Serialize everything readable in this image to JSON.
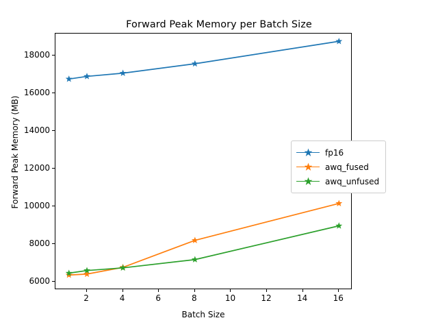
{
  "chart_data": {
    "type": "line",
    "title": "Forward Peak Memory per Batch Size",
    "xlabel": "Batch Size",
    "ylabel": "Forward Peak Memory (MB)",
    "x": [
      1,
      2,
      4,
      8,
      16
    ],
    "xlim": [
      0.25,
      16.75
    ],
    "ylim": [
      5550,
      19150
    ],
    "xticks": [
      2,
      4,
      6,
      8,
      10,
      12,
      14,
      16
    ],
    "xticklabels": [
      "2",
      "4",
      "6",
      "8",
      "10",
      "12",
      "14",
      "16"
    ],
    "yticks": [
      6000,
      8000,
      10000,
      12000,
      14000,
      16000,
      18000
    ],
    "yticklabels": [
      "6000",
      "8000",
      "10000",
      "12000",
      "14000",
      "16000",
      "18000"
    ],
    "grid": false,
    "legend_position": "center right",
    "marker": "star",
    "series": [
      {
        "name": "fp16",
        "color": "#1f77b4",
        "values": [
          16740,
          16880,
          17050,
          17550,
          18740
        ]
      },
      {
        "name": "awq_fused",
        "color": "#ff7f0e",
        "values": [
          6340,
          6390,
          6750,
          8180,
          10140
        ]
      },
      {
        "name": "awq_unfused",
        "color": "#2ca02c",
        "values": [
          6440,
          6580,
          6720,
          7160,
          8950
        ]
      }
    ]
  },
  "legend": {
    "entries": [
      "fp16",
      "awq_fused",
      "awq_unfused"
    ]
  }
}
